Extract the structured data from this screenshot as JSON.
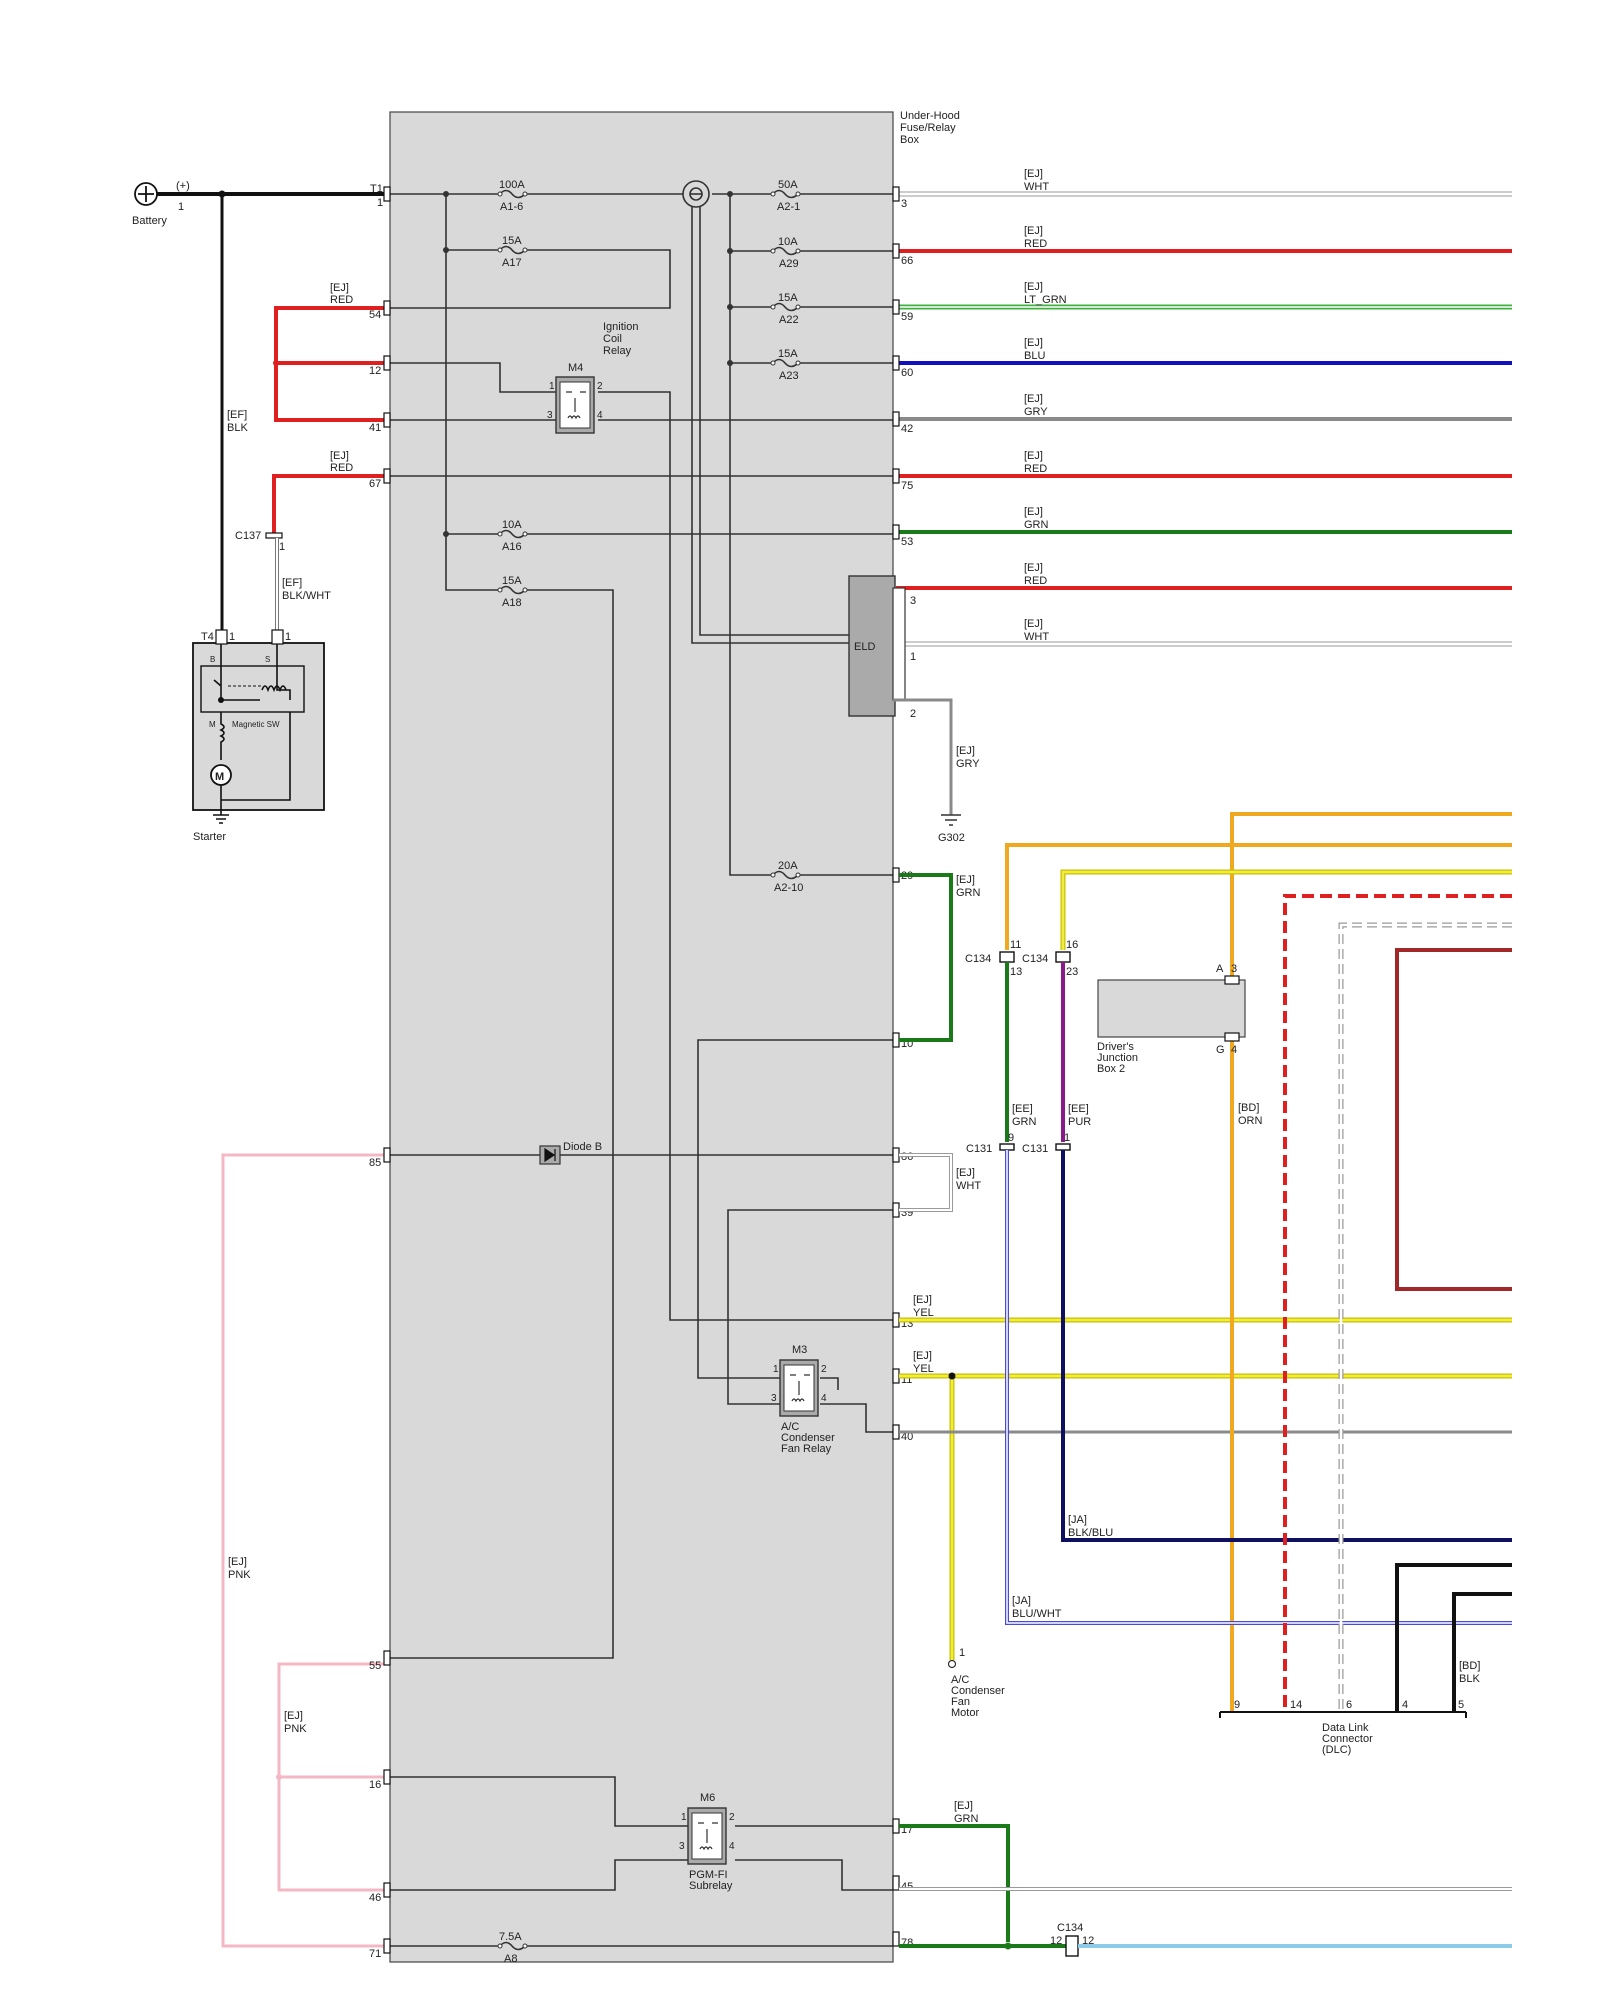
{
  "battery": {
    "label": "Battery",
    "polarity": "(+)",
    "pin": "1"
  },
  "fusebox": {
    "title_lines": [
      "Under-Hood",
      "Fuse/Relay",
      "Box"
    ]
  },
  "fuses": [
    {
      "amp": "100A",
      "id": "A1-6"
    },
    {
      "amp": "50A",
      "id": "A2-1"
    },
    {
      "amp": "15A",
      "id": "A17"
    },
    {
      "amp": "10A",
      "id": "A29"
    },
    {
      "amp": "15A",
      "id": "A22"
    },
    {
      "amp": "15A",
      "id": "A23"
    },
    {
      "amp": "10A",
      "id": "A16"
    },
    {
      "amp": "15A",
      "id": "A18"
    },
    {
      "amp": "20A",
      "id": "A2-10"
    },
    {
      "amp": "7.5A",
      "id": "A8"
    }
  ],
  "left_pins": [
    "1",
    "54",
    "12",
    "41",
    "67",
    "85",
    "55",
    "16",
    "46",
    "71"
  ],
  "t1": "T1",
  "right_pins": [
    "3",
    "66",
    "59",
    "60",
    "42",
    "75",
    "53",
    "29",
    "10",
    "86",
    "39",
    "13",
    "11",
    "40",
    "17",
    "45",
    "78"
  ],
  "right_wires": [
    {
      "tag": "[EJ]",
      "color": "WHT"
    },
    {
      "tag": "[EJ]",
      "color": "RED"
    },
    {
      "tag": "[EJ]",
      "color": "LT_GRN"
    },
    {
      "tag": "[EJ]",
      "color": "BLU"
    },
    {
      "tag": "[EJ]",
      "color": "GRY"
    },
    {
      "tag": "[EJ]",
      "color": "RED"
    },
    {
      "tag": "[EJ]",
      "color": "GRN"
    },
    {
      "tag": "[EJ]",
      "color": "RED"
    },
    {
      "tag": "[EJ]",
      "color": "WHT"
    }
  ],
  "left_wires": [
    {
      "tag": "[EJ]",
      "color": "RED"
    },
    {
      "tag": "[EF]",
      "color": "BLK"
    },
    {
      "tag": "[EJ]",
      "color": "RED"
    },
    {
      "tag": "[EF]",
      "color": "BLK/WHT"
    },
    {
      "tag": "[EJ]",
      "color": "PNK"
    },
    {
      "tag": "[EJ]",
      "color": "PNK"
    }
  ],
  "relays": {
    "m4": {
      "id": "M4",
      "name_lines": [
        "Ignition",
        "Coil",
        "Relay"
      ],
      "pins": [
        "1",
        "2",
        "3",
        "4"
      ]
    },
    "m3": {
      "id": "M3",
      "name_lines": [
        "A/C",
        "Condenser",
        "Fan Relay"
      ],
      "pins": [
        "1",
        "2",
        "3",
        "4"
      ]
    },
    "m6": {
      "id": "M6",
      "name_lines": [
        "PGM-FI",
        "Subrelay"
      ],
      "pins": [
        "1",
        "2",
        "3",
        "4"
      ]
    }
  },
  "eld": {
    "label": "ELD",
    "pins": [
      "3",
      "1",
      "2"
    ],
    "ground_wire": {
      "tag": "[EJ]",
      "color": "GRY"
    },
    "ground": "G302"
  },
  "diode": "Diode B",
  "starter": {
    "label": "Starter",
    "connector": "T4",
    "pin_b": "1",
    "pin_s": "1",
    "b": "B",
    "s": "S",
    "m": "M",
    "switch": "Magnetic SW",
    "motor": "M"
  },
  "c137": {
    "label": "C137",
    "pin": "1"
  },
  "mid_wires": {
    "grn_29": {
      "tag": "[EJ]",
      "color": "GRN"
    },
    "wht_86": {
      "tag": "[EJ]",
      "color": "WHT"
    },
    "yel_13": {
      "tag": "[EJ]",
      "color": "YEL"
    },
    "yel_11": {
      "tag": "[EJ]",
      "color": "YEL"
    },
    "grn_17": {
      "tag": "[EJ]",
      "color": "GRN"
    },
    "ee_grn": {
      "tag": "[EE]",
      "color": "GRN"
    },
    "ee_pur": {
      "tag": "[EE]",
      "color": "PUR"
    },
    "ja_blkblu": {
      "tag": "[JA]",
      "color": "BLK/BLU"
    },
    "ja_bluwht": {
      "tag": "[JA]",
      "color": "BLU/WHT"
    },
    "bd_orn": {
      "tag": "[BD]",
      "color": "ORN"
    },
    "bd_blk": {
      "tag": "[BD]",
      "color": "BLK"
    }
  },
  "connectors": {
    "c134_a": {
      "label": "C134",
      "top": "11",
      "bottom": "13"
    },
    "c134_b": {
      "label": "C134",
      "top": "16",
      "bottom": "23"
    },
    "c131_a": {
      "label": "C131",
      "pin": "9"
    },
    "c131_b": {
      "label": "C131",
      "pin": "1"
    },
    "c134_c": {
      "label": "C134",
      "left": "12",
      "right": "12"
    }
  },
  "djb2": {
    "name_lines": [
      "Driver's",
      "Junction",
      "Box 2"
    ],
    "a": "A",
    "a_pin": "3",
    "g": "G",
    "g_pin": "4"
  },
  "fan_motor": {
    "name_lines": [
      "A/C",
      "Condenser",
      "Fan",
      "Motor"
    ],
    "pin": "1"
  },
  "dlc": {
    "name_lines": [
      "Data Link",
      "Connector",
      "(DLC)"
    ],
    "pins": [
      "9",
      "14",
      "6",
      "4",
      "5"
    ]
  },
  "colors": {
    "red": "#e02020",
    "blk": "#111111",
    "grn": "#1a7a1a",
    "blu": "#1010c0",
    "gry": "#8a8a8a",
    "orn": "#f0a820",
    "yel": "#e8e020",
    "pnk": "#f4b8c4",
    "pur": "#8a1a8a",
    "navy": "#101060",
    "brown": "#a02828",
    "ltblu": "#8ccce8",
    "ltgrn": "#40b040"
  }
}
